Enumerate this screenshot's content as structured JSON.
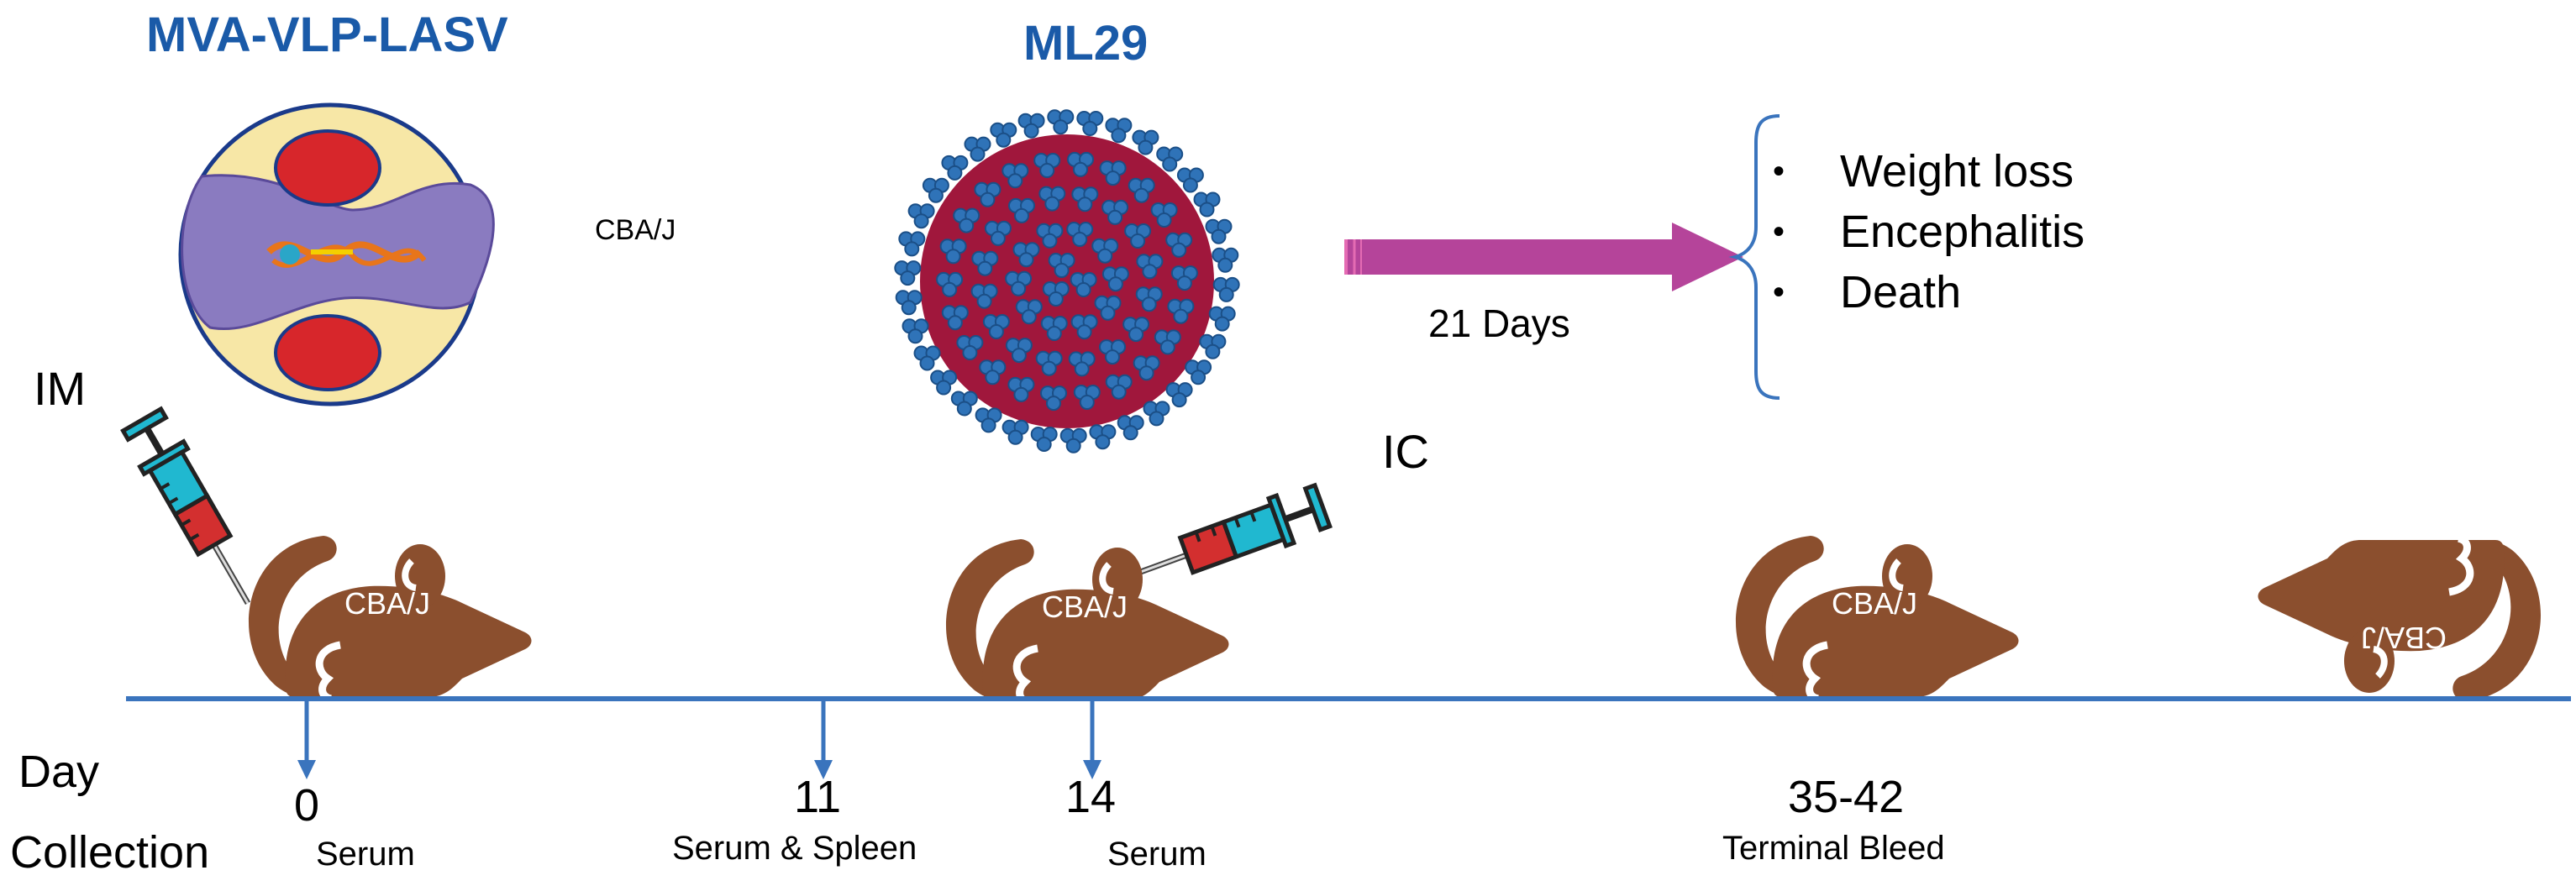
{
  "titles": {
    "vaccine": "MVA-VLP-LASV",
    "virus": "ML29"
  },
  "strain_label": "CBA/J",
  "routes": {
    "immunization": "IM",
    "challenge": "IC"
  },
  "arrow_label": "21 Days",
  "outcomes": [
    "Weight loss",
    "Encephalitis",
    "Death"
  ],
  "row_labels": {
    "day": "Day",
    "collection": "Collection"
  },
  "timepoints": [
    {
      "day": "0",
      "collection": "Serum"
    },
    {
      "day": "11",
      "collection": "Serum & Spleen"
    },
    {
      "day": "14",
      "collection": "Serum"
    },
    {
      "day": "35-42",
      "collection": "Terminal Bleed"
    }
  ],
  "mice": [
    "CBA/J",
    "CBA/J",
    "CBA/J",
    "CBA/J"
  ],
  "colors": {
    "title_blue": "#1a5aa8",
    "timeline_blue": "#3a74bd",
    "mouse_brown": "#8b4f2e",
    "arrow_magenta": "#b5449a",
    "virus_body": "#a0173c",
    "virus_spike": "#2f73b8",
    "vlp_yellow": "#f7e7a6",
    "vlp_purple": "#8a7bc0",
    "vlp_red": "#d7262b"
  },
  "icons": [
    "syringe-icon",
    "mouse-icon",
    "virus-icon",
    "vlp-icon",
    "brace-icon"
  ]
}
